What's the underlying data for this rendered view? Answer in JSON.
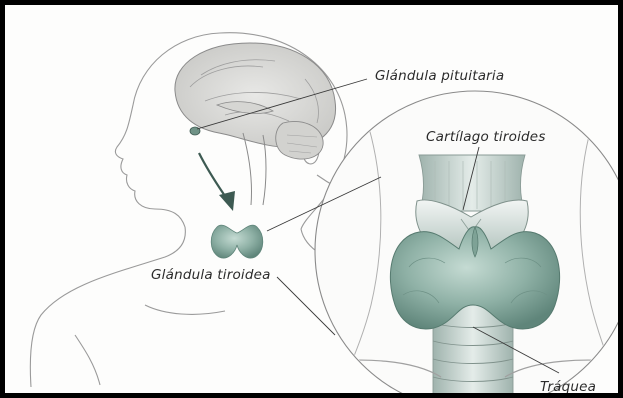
{
  "labels": {
    "pituitary": "Glándula pituitaria",
    "cartilage": "Cartílago tiroides",
    "thyroid_gland": "Glándula tiroidea",
    "trachea": "Tráquea"
  },
  "colors": {
    "frame": "#000000",
    "line_art": "#8f8f8f",
    "leader_line": "#3a3a3a",
    "arrow": "#3d5a52",
    "thyroid": "#8fb1a6",
    "trachea": "#c9d6d1"
  }
}
